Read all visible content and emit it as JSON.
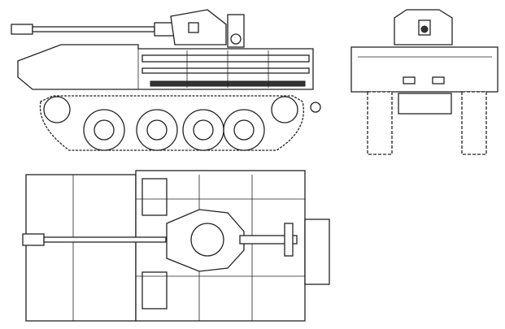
{
  "drawing": {
    "views": [
      "side",
      "front",
      "top"
    ],
    "colors": {
      "line": "#222222",
      "background": "#ffffff"
    }
  }
}
